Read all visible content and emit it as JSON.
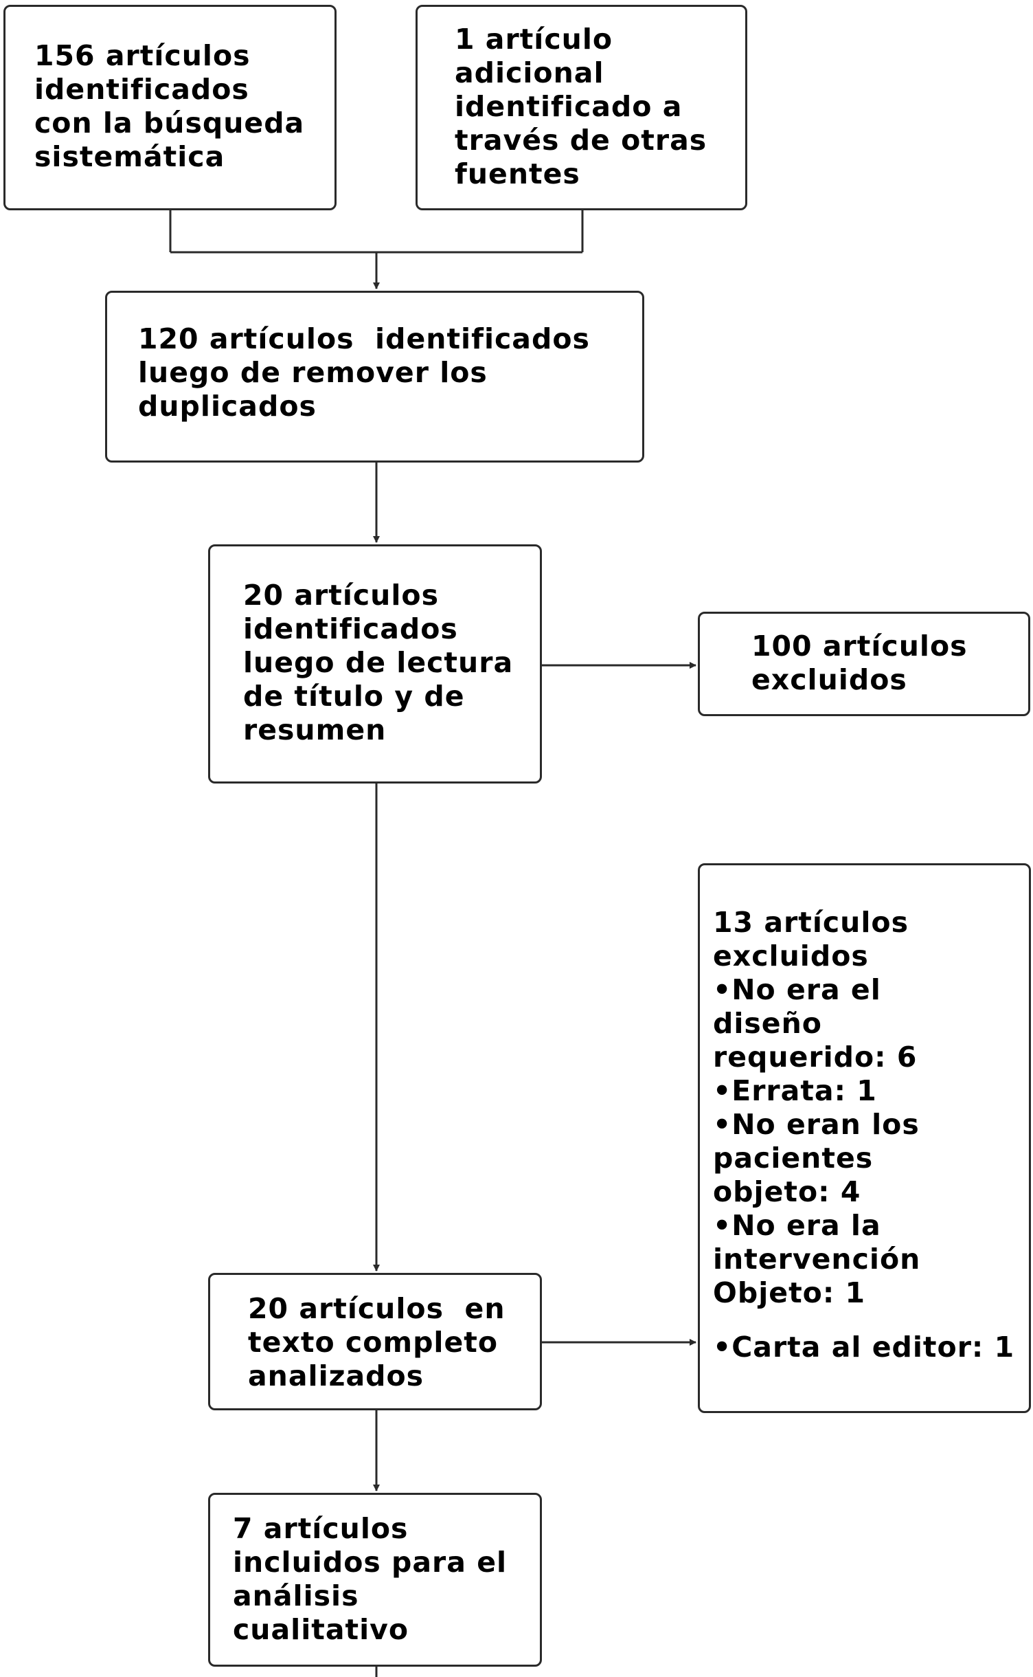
{
  "diagram": {
    "boxes": {
      "search": {
        "lines": [
          "156 artículos",
          "identificados",
          "con la búsqueda",
          "sistemática"
        ]
      },
      "other_sources": {
        "lines": [
          "1 artículo",
          "adicional",
          "identificado a",
          "través de otras",
          "fuentes"
        ]
      },
      "deduplicated": {
        "lines": [
          "120 artículos  identificados",
          "luego de remover los",
          "duplicados"
        ]
      },
      "screened": {
        "lines": [
          "20 artículos",
          "identificados",
          "luego de lectura",
          "de título y de",
          "resumen"
        ]
      },
      "excluded_screening": {
        "lines": [
          "100 artículos",
          "excluidos"
        ]
      },
      "excluded_fulltext": {
        "lines": [
          "13 artículos",
          "excluidos",
          "•No era el",
          "diseño",
          "requerido: 6",
          "•Errata: 1",
          "•No eran los",
          "pacientes",
          "objeto: 4",
          "•No era la",
          "intervención",
          "Objeto: 1"
        ],
        "last_line": "•Carta al editor: 1"
      },
      "fulltext": {
        "lines": [
          "20 artículos  en",
          "texto completo",
          "analizados"
        ]
      },
      "included": {
        "lines": [
          "7 artículos",
          "incluidos para el",
          "análisis",
          "cualitativo"
        ]
      }
    },
    "colors": {
      "stroke": "#2a2a2a",
      "text": "#000000",
      "background": "#ffffff"
    }
  }
}
